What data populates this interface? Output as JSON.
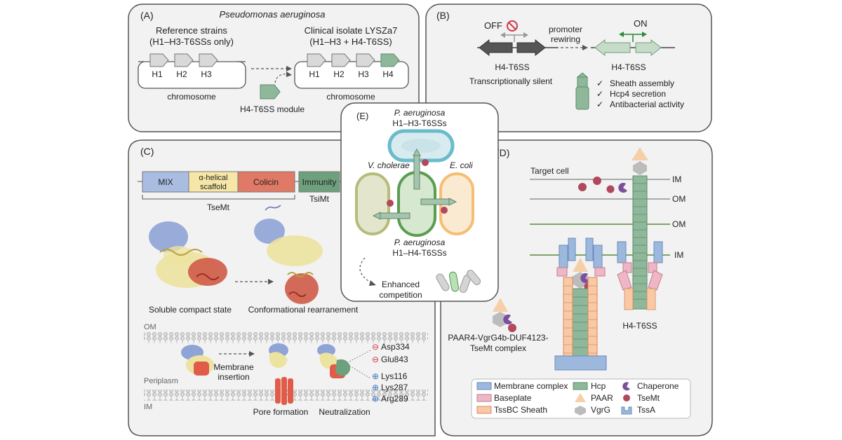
{
  "panelA": {
    "label": "(A)",
    "species": "Pseudomonas aeruginosa",
    "ref_title": "Reference strains",
    "ref_sub": "(H1–H3-T6SSs only)",
    "clin_title": "Clinical isolate LYSZa7",
    "clin_sub": "(H1–H3 + H4-T6SS)",
    "genes_ref": [
      "H1",
      "H2",
      "H3"
    ],
    "genes_clin": [
      "H1",
      "H2",
      "H3",
      "H4"
    ],
    "chromosome": "chromosome",
    "module": "H4-T6SS module"
  },
  "panelB": {
    "label": "(B)",
    "off": "OFF",
    "on": "ON",
    "rewiring1": "promoter",
    "rewiring2": "rewiring",
    "left_name": "H4-T6SS",
    "right_name": "H4-T6SS",
    "silent": "Transcriptionally silent",
    "checks": [
      "Sheath assembly",
      "Hcp4 secretion",
      "Antibacterial activity"
    ],
    "check_mark": "✓"
  },
  "panelC": {
    "label": "(C)",
    "domains": [
      "MIX",
      "α-helical",
      "scaffold",
      "Colicin",
      "Immunity"
    ],
    "tsemt": "TseMt",
    "tsimt": "TsiMt",
    "state1": "Soluble compact state",
    "state2": "Conformational rearranement",
    "om": "OM",
    "periplasm": "Periplasm",
    "im": "IM",
    "membrane_insertion_1": "Membrane",
    "membrane_insertion_2": "insertion",
    "pore": "Pore formation",
    "neutral": "Neutralization",
    "residues_neg": [
      "Asp334",
      "Glu843"
    ],
    "residues_pos": [
      "Lys116",
      "Lys287",
      "Arg289"
    ],
    "minus": "⊖",
    "plus": "⊕"
  },
  "panelD": {
    "label": "(D)",
    "target": "Target cell",
    "im_top": "IM",
    "om_top": "OM",
    "om_mid": "OM",
    "im_mid": "IM",
    "complex1": "PAAR4-VgrG4b-DUF4123-",
    "complex2": "TseMt complex",
    "h4": "H4-T6SS",
    "legend": [
      "Membrane complex",
      "Baseplate",
      "TssBC Sheath",
      "Hcp",
      "PAAR",
      "VgrG",
      "Chaperone",
      "TseMt",
      "TssA"
    ]
  },
  "panelE": {
    "label": "(E)",
    "pa_top1": "P. aeruginosa",
    "pa_top2": "H1–H3-T6SSs",
    "vc": "V. cholerae",
    "ec": "E. coli",
    "pa_bot1": "P. aeruginosa",
    "pa_bot2": "H1–H4-T6SSs",
    "enh1": "Enhanced",
    "enh2": "competition"
  },
  "colors": {
    "mix": "#a9bde3",
    "scaffold": "#f7e7a7",
    "colicin": "#e07a66",
    "immunity": "#6ea07e",
    "hcp": "#8fb89a",
    "sheath": "#f9c9a6",
    "membrane_complex": "#9cb8dc",
    "baseplate": "#efb6c6",
    "tsemt": "#b0485e",
    "chaperone": "#7b4f9c",
    "vgrg": "#bcbcbc",
    "paar": "#f6cfa9",
    "tssa": "#9cb8dc"
  }
}
